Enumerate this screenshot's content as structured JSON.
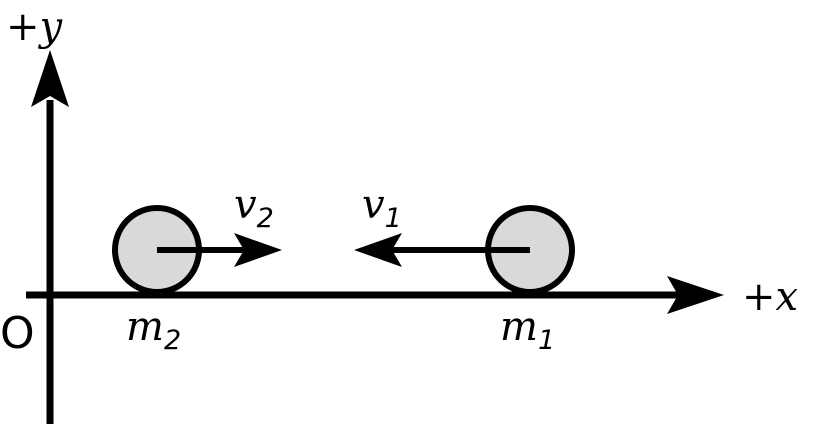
{
  "labels": {
    "y_axis": "+y",
    "x_axis": "+x",
    "origin": "O",
    "mass_left": {
      "symbol": "m",
      "subscript": "2"
    },
    "mass_right": {
      "symbol": "m",
      "subscript": "1"
    },
    "velocity_left": {
      "symbol": "v",
      "subscript": "2"
    },
    "velocity_right": {
      "symbol": "v",
      "subscript": "1"
    }
  },
  "colors": {
    "line": "#000000",
    "ball_fill": "#d9d9d9",
    "background": "#ffffff"
  }
}
